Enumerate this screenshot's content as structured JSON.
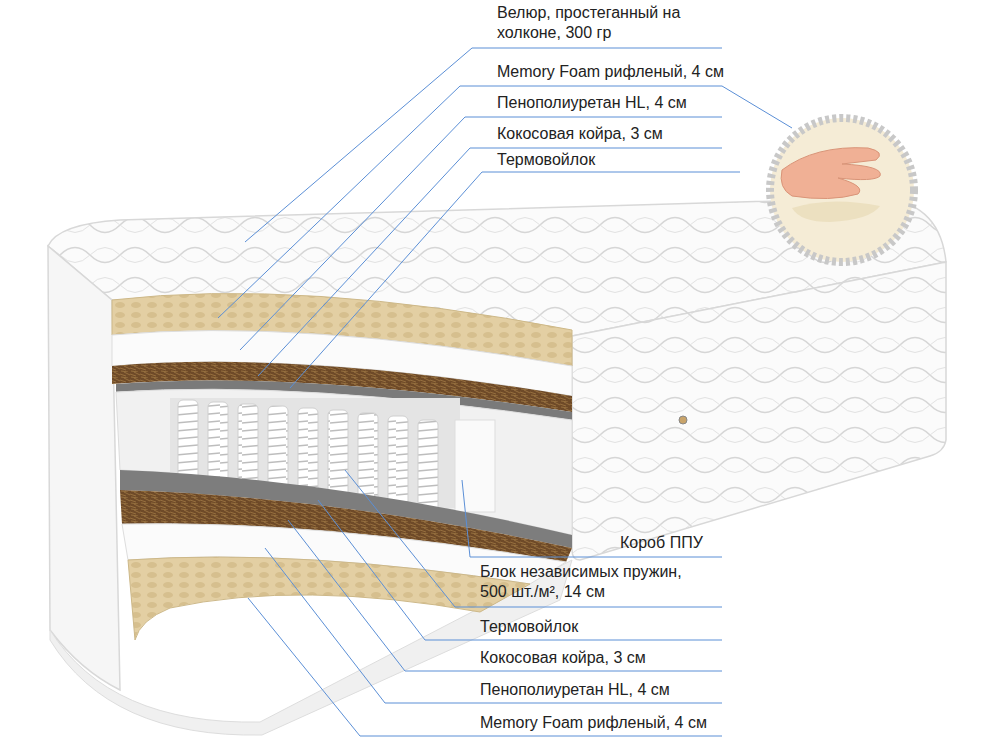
{
  "diagram": {
    "labels": [
      "Велюр, простеганный на холконе, 300 гр",
      "Memory Foam рифленый, 4 см",
      "Пенополиуретан HL, 4 см",
      "Кокосовая койра, 3 см",
      "Термовойлок",
      "Короб ППУ",
      "Блок независимых пружин, 500 шт./м², 14 см",
      "Термовойлок",
      "Кокосовая койра, 3 см",
      "Пенополиуретан HL, 4 см",
      "Memory Foam рифленый, 4 см"
    ]
  }
}
